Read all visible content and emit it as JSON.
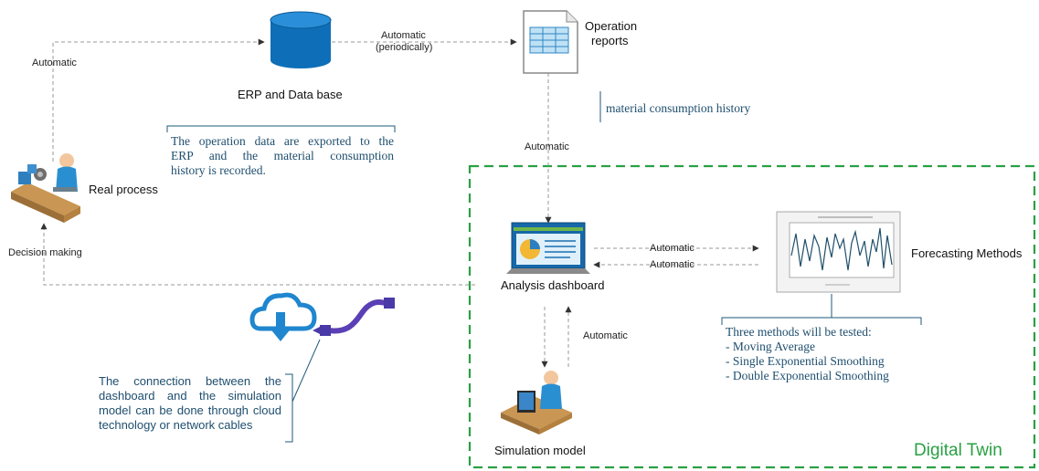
{
  "nodes": {
    "erp": {
      "label": "ERP and Data base"
    },
    "reports": {
      "label_line1": "Operation",
      "label_line2": "reports"
    },
    "real_process": {
      "label": "Real process"
    },
    "dashboard": {
      "label": "Analysis dashboard"
    },
    "forecasting": {
      "label": "Forecasting Methods"
    },
    "simulation": {
      "label": "Simulation model"
    }
  },
  "edges": {
    "real_to_erp": "Automatic",
    "erp_to_reports_1": "Automatic",
    "erp_to_reports_2": "(periodically)",
    "reports_to_dashboard": "Automatic",
    "dashboard_to_forecast": "Automatic",
    "forecast_to_dashboard": "Automatic",
    "simulation_to_dashboard": "Automatic",
    "dashboard_to_real": "Decision making"
  },
  "notes": {
    "erp_note": [
      "The operation data are exported to the",
      "ERP and the material consumption",
      "history is recorded."
    ],
    "reports_note": "material consumption history",
    "methods_title": "Three methods will be tested:",
    "methods": [
      "- Moving Average",
      "- Single Exponential Smoothing",
      "- Double Exponential Smoothing"
    ],
    "connection_note": [
      "The connection between the",
      "dashboard and the simulation",
      "model can be done through cloud",
      "technology or network cables"
    ]
  },
  "region": {
    "title": "Digital Twin"
  },
  "colors": {
    "twin_border": "#2aa043",
    "db_blue": "#0e6fb8",
    "cloud_blue": "#1f86cf",
    "cable_purple": "#5a3fb5",
    "note_text": "#1e4e6e"
  }
}
